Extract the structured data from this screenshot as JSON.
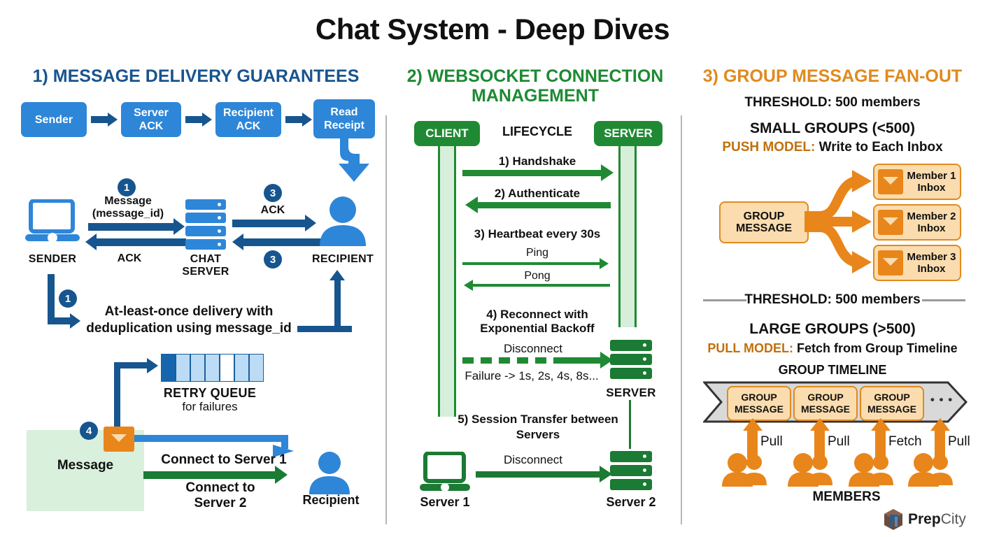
{
  "title": "Chat System - Deep Dives",
  "columns": {
    "one": {
      "heading": "1) MESSAGE DELIVERY GUARANTEES",
      "pipeline": [
        "Sender",
        "Server\nACK",
        "Recipient\nACK",
        "Read\nReceipt"
      ],
      "pipeline_flat": [
        "Sender",
        "Server ACK",
        "Recipient ACK",
        "Read Receipt"
      ],
      "flow": {
        "sender_label": "SENDER",
        "server_label": "CHAT\nSERVER",
        "server_label_l1": "CHAT",
        "server_label_l2": "SERVER",
        "recipient_label": "RECIPIENT",
        "msg_label_l1": "Message",
        "msg_label_l2": "(message_id)",
        "ack_left": "ACK",
        "ack_right": "ACK",
        "badge_1a": "1",
        "badge_1b": "1",
        "badge_3a": "3",
        "badge_3b": "3",
        "note_l1": "At-least-once delivery with",
        "note_l2": "deduplication using message_id"
      },
      "retry": {
        "title": "RETRY QUEUE",
        "subtitle": "for failures",
        "cells": [
          "filled",
          "light",
          "light",
          "light",
          "empty",
          "light",
          "light"
        ]
      },
      "fallback": {
        "badge_4": "4",
        "message_label": "Message",
        "connect_1": "Connect to Server 1",
        "connect_2_l1": "Connect to",
        "connect_2_l2": "Server 2",
        "recipient_label": "Recipient"
      }
    },
    "two": {
      "heading_l1": "2) WEBSOCKET CONNECTION",
      "heading_l2": "MANAGEMENT",
      "client_label": "CLIENT",
      "lifecycle_label": "LIFECYCLE",
      "server_label": "SERVER",
      "steps": {
        "s1": "1) Handshake",
        "s2": "2) Authenticate",
        "s3": "3) Heartbeat every 30s",
        "ping": "Ping",
        "pong": "Pong",
        "s4_l1": "4) Reconnect with",
        "s4_l2": "Exponential Backoff",
        "disconnect_1": "Disconnect",
        "failure": "Failure -> 1s, 2s, 4s, 8s...",
        "server_caption": "SERVER",
        "s5_l1": "5) Session Transfer between",
        "s5_l2": "Servers",
        "disconnect_2": "Disconnect",
        "server1_caption": "Server 1",
        "server2_caption": "Server 2"
      }
    },
    "three": {
      "heading": "3) GROUP MESSAGE FAN-OUT",
      "threshold_top": "THRESHOLD: 500 members",
      "small_groups": "SMALL GROUPS (<500)",
      "push_model_bold": "PUSH MODEL:",
      "push_model_rest": " Write to Each Inbox",
      "group_message_l1": "GROUP",
      "group_message_l2": "MESSAGE",
      "inboxes": [
        {
          "l1": "Member 1",
          "l2": "Inbox"
        },
        {
          "l1": "Member 2",
          "l2": "Inbox"
        },
        {
          "l1": "Member 3",
          "l2": "Inbox"
        }
      ],
      "threshold_mid": "THRESHOLD: 500 members",
      "large_groups": "LARGE GROUPS (>500)",
      "pull_model_bold": "PULL MODEL:",
      "pull_model_rest": " Fetch from Group Timeline",
      "group_timeline": "GROUP TIMELINE",
      "timeline_items": [
        {
          "l1": "GROUP",
          "l2": "MESSAGE"
        },
        {
          "l1": "GROUP",
          "l2": "MESSAGE"
        },
        {
          "l1": "GROUP",
          "l2": "MESSAGE"
        }
      ],
      "timeline_ellipsis": "• • •",
      "pull_labels": [
        "Pull",
        "Pull",
        "Fetch",
        "Pull"
      ],
      "members_label": "MEMBERS"
    }
  },
  "logo": {
    "brand_bold": "Prep",
    "brand_light": "City"
  },
  "colors": {
    "blue_primary": "#2e86d8",
    "blue_dark": "#17558f",
    "green": "#1f8a33",
    "green_light": "#d7efda",
    "orange": "#e8861b",
    "orange_dark": "#c0700c",
    "orange_light": "#fbdcae",
    "mint": "#d9f0dc",
    "gray_divider": "#b7b7b7"
  }
}
